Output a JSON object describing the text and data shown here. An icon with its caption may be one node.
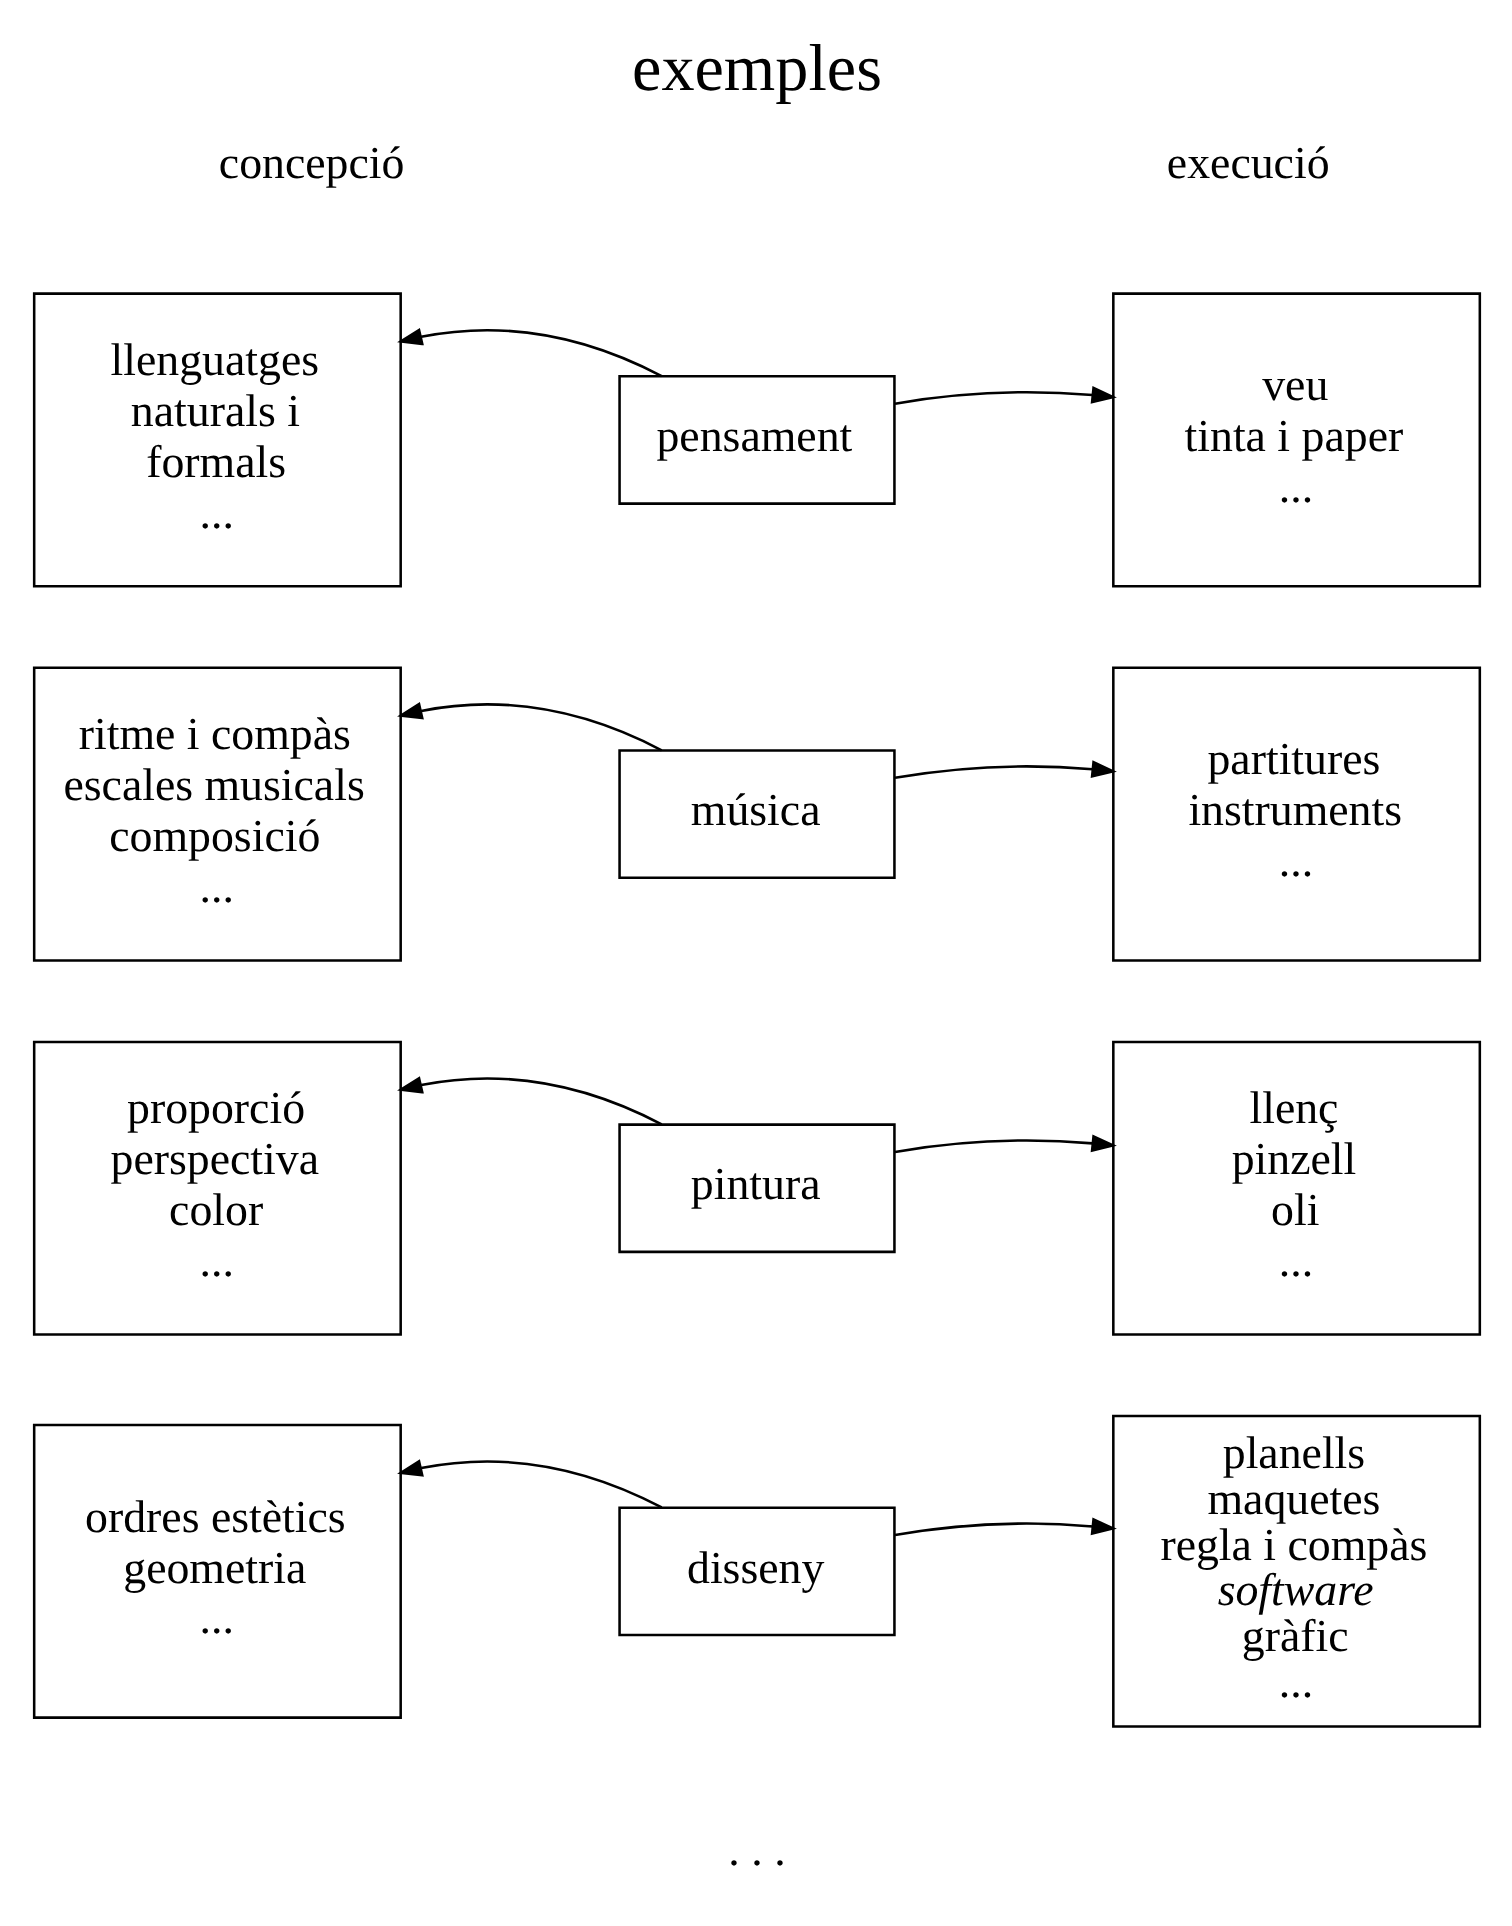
{
  "diagram": {
    "title": "exemples",
    "nodes": [
      {
        "text": [
          "llenguatges naturals i formals",
          "..."
        ]
      },
      {
        "text": [
          "pensament"
        ]
      },
      {
        "text": [
          "veu",
          "tinta i paper",
          "..."
        ]
      },
      {
        "text": [
          "ritme i compàs",
          "escales musicals",
          "composició",
          "..."
        ]
      },
      {
        "text": [
          "música"
        ]
      },
      {
        "text": [
          "partitures",
          "instruments",
          "..."
        ]
      },
      {
        "text": [
          "proporció",
          "perspectiva",
          "color",
          "..."
        ]
      },
      {
        "text": [
          "pintura"
        ]
      },
      {
        "text": [
          "llenç",
          "pinzell",
          "oli",
          "..."
        ]
      },
      {
        "text": [
          "ordres estètics",
          "geometria",
          "..."
        ]
      },
      {
        "text": [
          "disseny"
        ]
      },
      {
        "text": [
          "planells",
          "maquetes",
          "regla i compàs",
          "*software* gràfic",
          "..."
        ]
      }
    ],
    "edges": [
      {
        "from": 1,
        "to": 0,
        "arrow": "to"
      },
      {
        "from": 1,
        "to": 2,
        "arrow": "to"
      },
      {
        "from": 4,
        "to": 3,
        "arrow": "to"
      },
      {
        "from": 4,
        "to": 5,
        "arrow": "to"
      },
      {
        "from": 7,
        "to": 6,
        "arrow": "to"
      },
      {
        "from": 7,
        "to": 8,
        "arrow": "to"
      },
      {
        "from": 10,
        "to": 9,
        "arrow": "to"
      },
      {
        "from": 10,
        "to": 11,
        "arrow": "to"
      }
    ],
    "labels": [
      "concepció",
      "execució",
      ". . ."
    ]
  }
}
